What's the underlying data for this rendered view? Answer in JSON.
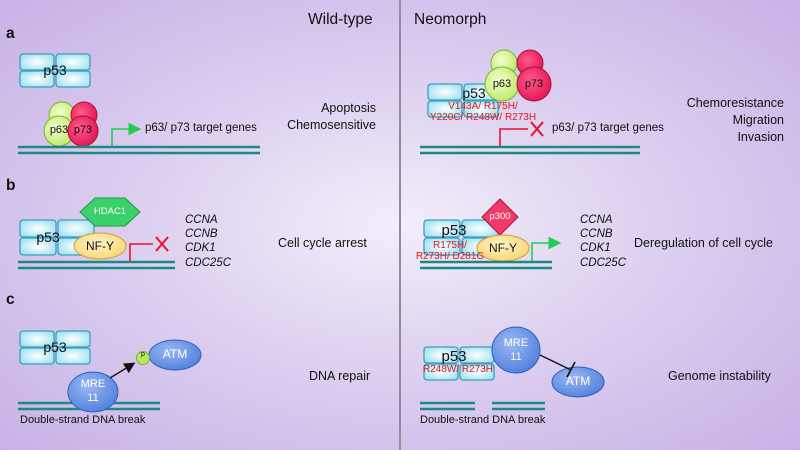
{
  "headers": {
    "left": "Wild-type",
    "right": "Neomorph"
  },
  "panels": {
    "a": {
      "label": "a",
      "wt": {
        "proteins": [
          "p53",
          "p63",
          "p73"
        ],
        "target_genes": "p63/ p73 target genes",
        "phenotype": "Apoptosis\nChemosensitive"
      },
      "neo": {
        "proteins": [
          "p53",
          "p63",
          "p73"
        ],
        "mutations": "V143A/ R175H/\nY220C/ R248W/ R273H",
        "target_genes": "p63/ p73 target genes",
        "phenotype": "Chemoresistance\nMigration\nInvasion"
      }
    },
    "b": {
      "label": "b",
      "wt": {
        "proteins": [
          "p53",
          "HDAC1",
          "NF-Y"
        ],
        "genes": "CCNA\nCCNB\nCDK1\nCDC25C",
        "phenotype": "Cell cycle arrest"
      },
      "neo": {
        "proteins": [
          "p53",
          "p300",
          "NF-Y"
        ],
        "mutations": "R175H/\nR273H/ D281G",
        "genes": "CCNA\nCCNB\nCDK1\nCDC25C",
        "phenotype": "Deregulation of cell cycle"
      }
    },
    "c": {
      "label": "c",
      "wt": {
        "proteins": [
          "p53",
          "p",
          "ATM",
          "MRE\n11"
        ],
        "caption": "Double-strand DNA break",
        "phenotype": "DNA repair"
      },
      "neo": {
        "proteins": [
          "p53",
          "MRE\n11",
          "ATM"
        ],
        "mutations": "R248W/ R273H",
        "caption": "Double-strand DNA break",
        "phenotype": "Genome instability"
      }
    }
  },
  "colors": {
    "p53_fill": "#a6e4f2",
    "p53_stroke": "#3b9fbf",
    "p63_fill": "#c8f07a",
    "p73_fill": "#f01e63",
    "hdac1_fill": "#3cd06a",
    "p300_fill": "#f03a6a",
    "nfy_fill": "#fbe08c",
    "blue_protein": "#5a86e0",
    "dna": "#1a8a82",
    "activation_arrow": "#22cc55",
    "inhibition": "#e8102a",
    "mutation_text": "#e01818"
  }
}
